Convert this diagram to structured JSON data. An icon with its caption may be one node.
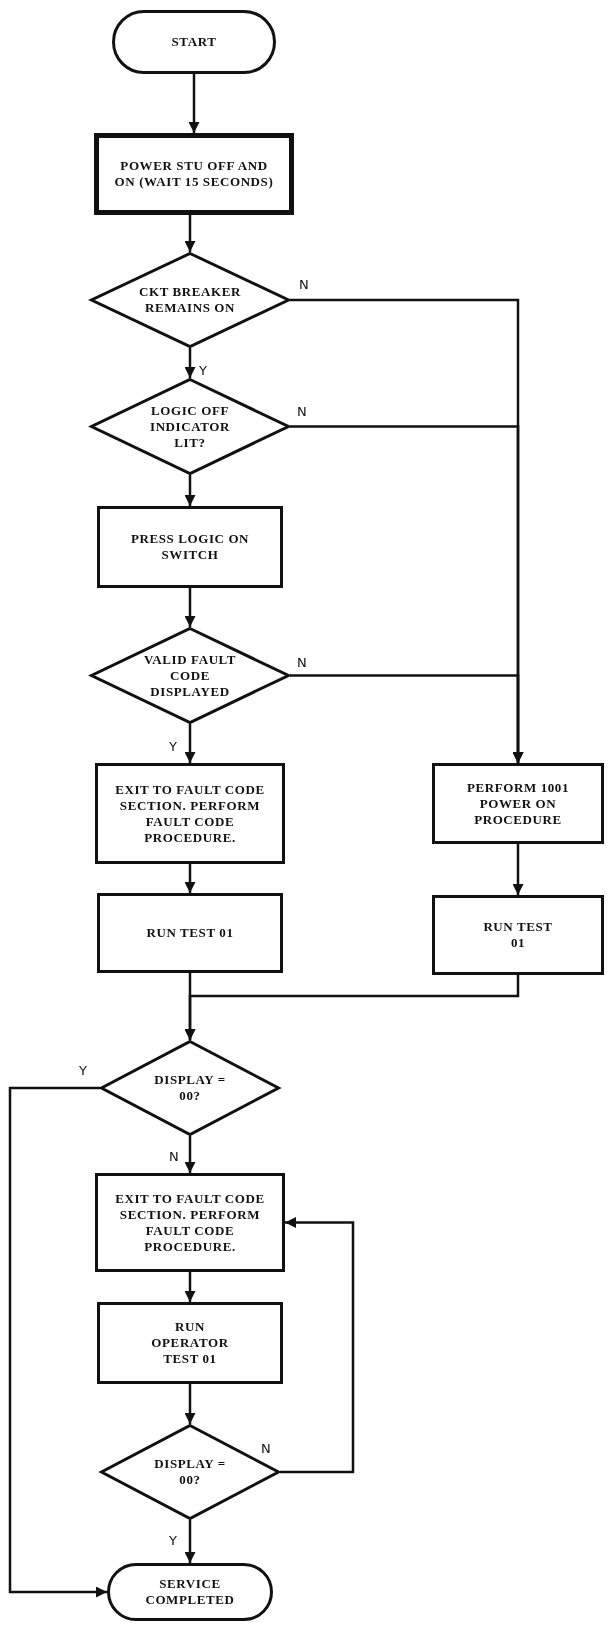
{
  "diagram": {
    "nodes": [
      {
        "text": [
          "START"
        ]
      },
      {
        "text": [
          "POWER STU OFF AND ON (WAIT 15 SECONDS)"
        ]
      },
      {
        "text": [
          "CKT BREAKER REMAINS ON"
        ]
      },
      {
        "text": [
          "LOGIC OFF INDICATOR LIT?"
        ]
      },
      {
        "text": [
          "PRESS LOGIC ON SWITCH"
        ]
      },
      {
        "text": [
          "VALID FAULT CODE DISPLAYED"
        ]
      },
      {
        "text": [
          "EXIT TO FAULT CODE SECTION. PERFORM FAULT CODE PROCEDURE."
        ]
      },
      {
        "text": [
          "RUN TEST 01"
        ]
      },
      {
        "text": [
          "PERFORM 1001 POWER ON PROCEDURE"
        ]
      },
      {
        "text": [
          "RUN TEST 01"
        ]
      },
      {
        "text": [
          "DISPLAY = 00?"
        ]
      },
      {
        "text": [
          "EXIT TO FAULT CODE SECTION. PERFORM FAULT CODE PROCEDURE."
        ]
      },
      {
        "text": [
          "RUN OPERATOR TEST 01"
        ]
      },
      {
        "text": [
          "DISPLAY = 00?"
        ]
      },
      {
        "text": [
          "SERVICE COMPLETED"
        ]
      }
    ],
    "edges": [
      {
        "from": 0,
        "to": 1,
        "arrow": "to"
      },
      {
        "from": 1,
        "to": 2,
        "arrow": "to"
      },
      {
        "from": 2,
        "to": 3,
        "arrow": "to",
        "label": "Y"
      },
      {
        "from": 2,
        "to": 8,
        "arrow": "to",
        "label": "N"
      },
      {
        "from": 3,
        "to": 8,
        "arrow": "to",
        "label": "N"
      },
      {
        "from": 3,
        "to": 4,
        "arrow": "to"
      },
      {
        "from": 4,
        "to": 5,
        "arrow": "to"
      },
      {
        "from": 5,
        "to": 6,
        "arrow": "to",
        "label": "Y"
      },
      {
        "from": 5,
        "to": 8,
        "arrow": "to",
        "label": "N"
      },
      {
        "from": 6,
        "to": 7,
        "arrow": "to"
      },
      {
        "from": 8,
        "to": 9,
        "arrow": "to"
      },
      {
        "from": 7,
        "to": 10,
        "arrow": "to"
      },
      {
        "from": 9,
        "to": 10,
        "arrow": "to"
      },
      {
        "from": 10,
        "to": 11,
        "arrow": "to",
        "label": "N"
      },
      {
        "from": 10,
        "to": 14,
        "arrow": "to",
        "label": "Y"
      },
      {
        "from": 11,
        "to": 12,
        "arrow": "to"
      },
      {
        "from": 12,
        "to": 13,
        "arrow": "to"
      },
      {
        "from": 13,
        "to": 11,
        "arrow": "to",
        "label": "N"
      },
      {
        "from": 13,
        "to": 14,
        "arrow": "to",
        "label": "Y"
      }
    ]
  }
}
